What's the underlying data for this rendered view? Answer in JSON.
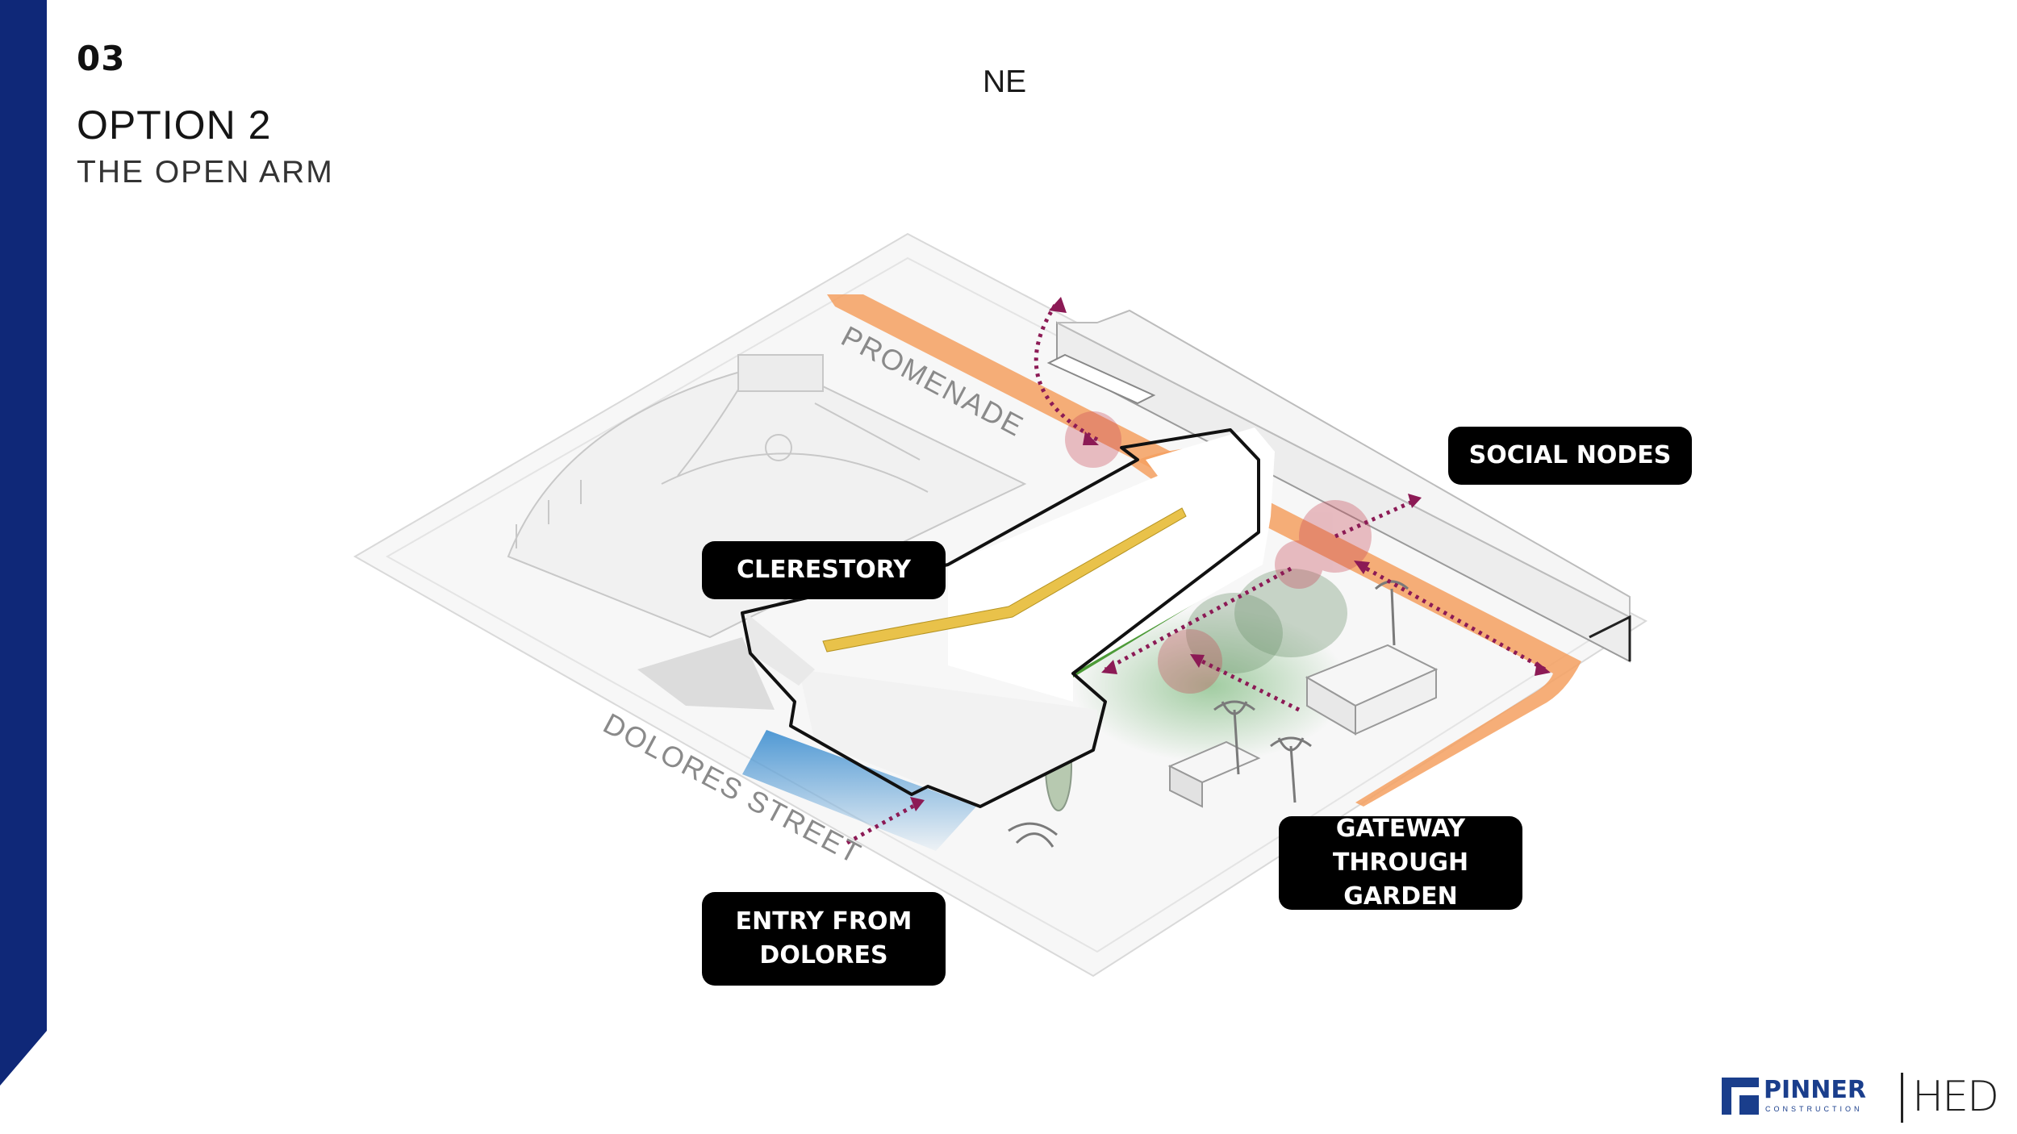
{
  "header": {
    "slide_number": "03",
    "title": "OPTION 2",
    "subtitle": "THE OPEN ARM"
  },
  "compass": {
    "label": "NE"
  },
  "streets": {
    "promenade": "PROMENADE",
    "dolores": "DOLORES STREET"
  },
  "callouts": {
    "clerestory": "CLERESTORY",
    "social_nodes": "SOCIAL NODES",
    "gateway_line1": "GATEWAY",
    "gateway_line2": "THROUGH GARDEN",
    "entry_line1": "ENTRY FROM",
    "entry_line2": "DOLORES"
  },
  "logo": {
    "company": "PINNER",
    "company_sub": "CONSTRUCTION",
    "partner": "HED"
  },
  "colors": {
    "sidebar": "#0f2878",
    "promenade_path": "#f5a060",
    "garden_green": "#4c9a35",
    "clerestory_yellow": "#e9c24a",
    "entry_blue": "#3d8ed0",
    "arrow_maroon": "#8c1a55",
    "node_red": "#c84a5a"
  }
}
